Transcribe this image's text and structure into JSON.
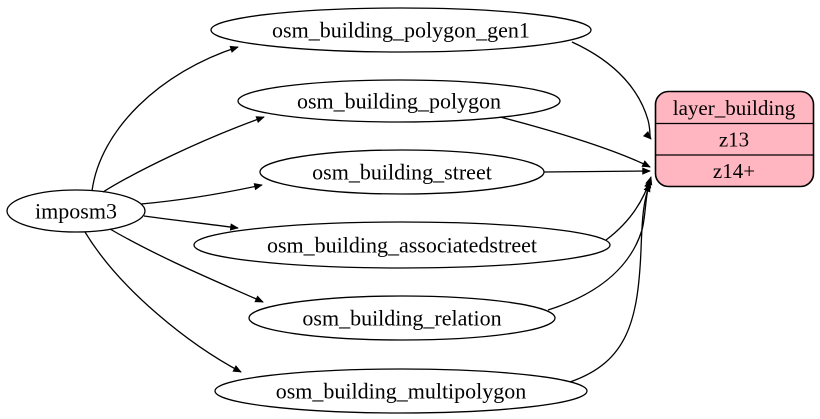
{
  "diagram": {
    "kind": "etl-flow-graph",
    "source": {
      "label": "imposm3"
    },
    "tables": [
      {
        "label": "osm_building_polygon_gen1"
      },
      {
        "label": "osm_building_polygon"
      },
      {
        "label": "osm_building_street"
      },
      {
        "label": "osm_building_associatedstreet"
      },
      {
        "label": "osm_building_relation"
      },
      {
        "label": "osm_building_multipolygon"
      }
    ],
    "layer": {
      "title": "layer_building",
      "rows": [
        {
          "label": "z13"
        },
        {
          "label": "z14+"
        }
      ],
      "fill": "#ffb6c1",
      "stroke": "#000000"
    },
    "edges": [
      {
        "from": "imposm3",
        "to": "osm_building_polygon_gen1"
      },
      {
        "from": "imposm3",
        "to": "osm_building_polygon"
      },
      {
        "from": "imposm3",
        "to": "osm_building_street"
      },
      {
        "from": "imposm3",
        "to": "osm_building_associatedstreet"
      },
      {
        "from": "imposm3",
        "to": "osm_building_relation"
      },
      {
        "from": "imposm3",
        "to": "osm_building_multipolygon"
      },
      {
        "from": "osm_building_polygon_gen1",
        "to": "layer_building",
        "row": "z13"
      },
      {
        "from": "osm_building_polygon",
        "to": "layer_building",
        "row": "z14+"
      },
      {
        "from": "osm_building_street",
        "to": "layer_building",
        "row": "z14+"
      },
      {
        "from": "osm_building_associatedstreet",
        "to": "layer_building",
        "row": "z14+"
      },
      {
        "from": "osm_building_relation",
        "to": "layer_building",
        "row": "z14+"
      },
      {
        "from": "osm_building_multipolygon",
        "to": "layer_building",
        "row": "z14+"
      }
    ]
  }
}
